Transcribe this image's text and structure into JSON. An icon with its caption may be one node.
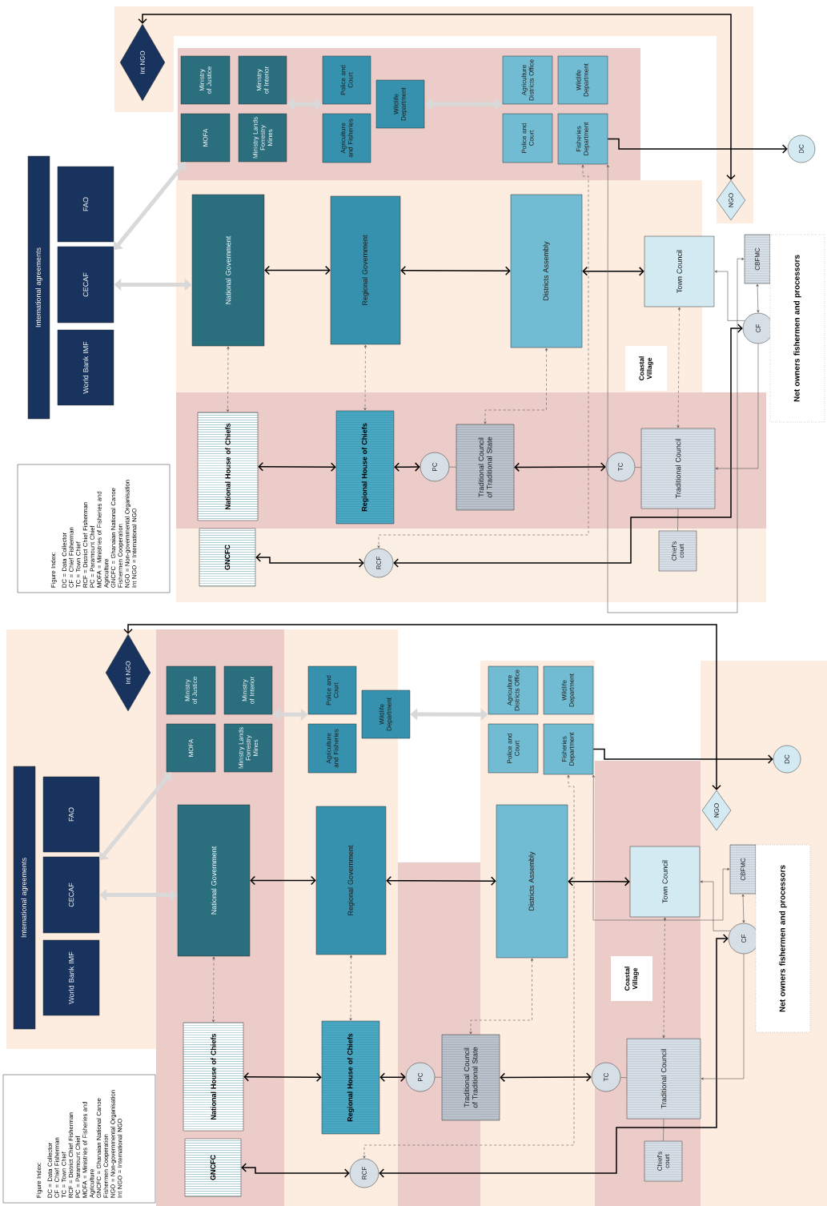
{
  "diagram": {
    "nodes": [
      {
        "text": [
          "Int NGO"
        ]
      },
      {
        "text": [
          "Ministry of Justice"
        ]
      },
      {
        "text": [
          "Ministry of Interior"
        ]
      },
      {
        "text": [
          "MOFA"
        ]
      },
      {
        "text": [
          "Ministry Lands Forrestry Mines"
        ]
      },
      {
        "text": [
          "Police and Court"
        ]
      },
      {
        "text": [
          "Agriculture and Fisheries"
        ]
      },
      {
        "text": [
          "Wildlife Department"
        ]
      },
      {
        "text": [
          "Agriculture Districts Office"
        ]
      },
      {
        "text": [
          "Wildlife Department"
        ]
      },
      {
        "text": [
          "Police and Court"
        ]
      },
      {
        "text": [
          "Fisheries Department"
        ]
      },
      {
        "text": [
          "DC"
        ]
      },
      {
        "text": [
          "NGO"
        ]
      },
      {
        "text": [
          "International agreements"
        ]
      },
      {
        "text": [
          "FAO"
        ]
      },
      {
        "text": [
          "CECAF"
        ]
      },
      {
        "text": [
          "World Bank IMF"
        ]
      },
      {
        "text": [
          "National Government"
        ]
      },
      {
        "text": [
          "Regional Government"
        ]
      },
      {
        "text": [
          "Districts Assembly"
        ]
      },
      {
        "text": [
          "Town Council"
        ]
      },
      {
        "text": [
          "CBFMC"
        ]
      },
      {
        "text": [
          "CF"
        ]
      },
      {
        "text": [
          "Net owners fishermen and processors"
        ]
      },
      {
        "text": [
          "Coastal Village"
        ]
      },
      {
        "text": [
          "Figure Index:",
          "DC = Data Collector",
          "CF = Chief Fisherman",
          "TC = Town Chief",
          "RCF = District Chief Fisherman",
          "PC = Paramount Chief",
          "MOFA = Ministries of Fisheries and Agriculture",
          "GNCFC = Ghanaian National Canoe Fishermen Cooperation",
          "NGO = Non-governmental Organisation",
          "Int NGO = International NGO"
        ]
      },
      {
        "text": [
          "National House of Chiefs"
        ]
      },
      {
        "text": [
          "Regional House of Chiefs"
        ]
      },
      {
        "text": [
          "PC"
        ]
      },
      {
        "text": [
          "Traditional Council of Traditional State"
        ]
      },
      {
        "text": [
          "TC"
        ]
      },
      {
        "text": [
          "Traditional Council"
        ]
      },
      {
        "text": [
          "GNCFC"
        ]
      },
      {
        "text": [
          "RCF"
        ]
      },
      {
        "text": [
          "Chief's court"
        ]
      },
      {
        "text": [
          "Int NGO"
        ]
      },
      {
        "text": [
          "Ministry of Justice"
        ]
      },
      {
        "text": [
          "Ministry of Interior"
        ]
      },
      {
        "text": [
          "MOFA"
        ]
      },
      {
        "text": [
          "Ministry Lands Forrestry Mines"
        ]
      },
      {
        "text": [
          "Police and Court"
        ]
      },
      {
        "text": [
          "Agriculture and Fisheries"
        ]
      },
      {
        "text": [
          "Wildlife Department"
        ]
      },
      {
        "text": [
          "Agriculture Districts Office"
        ]
      },
      {
        "text": [
          "Wildlife Department"
        ]
      },
      {
        "text": [
          "Police and Court"
        ]
      },
      {
        "text": [
          "Fisheries Department"
        ]
      },
      {
        "text": [
          "DC"
        ]
      },
      {
        "text": [
          "NGO"
        ]
      },
      {
        "text": [
          "International agreements"
        ]
      },
      {
        "text": [
          "FAO"
        ]
      },
      {
        "text": [
          "CECAF"
        ]
      },
      {
        "text": [
          "World Bank IMF"
        ]
      },
      {
        "text": [
          "National Government"
        ]
      },
      {
        "text": [
          "Regional Government"
        ]
      },
      {
        "text": [
          "Districts Assembly"
        ]
      },
      {
        "text": [
          "Town Council"
        ]
      },
      {
        "text": [
          "CBFMC"
        ]
      },
      {
        "text": [
          "CF"
        ]
      },
      {
        "text": [
          "Net owners fishermen and processors"
        ]
      },
      {
        "text": [
          "Coastal Village"
        ]
      },
      {
        "text": [
          "Figure Index:",
          "DC = Data Collector",
          "CF = Chief Fisherman",
          "TC = Town Chief",
          "RCF = District Chief Fisherman",
          "PC = Paramount Chief",
          "MOFA = Ministries of Fisheries and Agriculture",
          "GNCFC = Ghanaian National Canoe Fishermen Cooperation",
          "NGO = Non-governmental Organisation",
          "Int NGO = International NGO"
        ]
      },
      {
        "text": [
          "National House of Chiefs"
        ]
      },
      {
        "text": [
          "Regional House of Chiefs"
        ]
      },
      {
        "text": [
          "PC"
        ]
      },
      {
        "text": [
          "Traditional Council of Traditional State"
        ]
      },
      {
        "text": [
          "TC"
        ]
      },
      {
        "text": [
          "Traditional Council"
        ]
      },
      {
        "text": [
          "GNCFC"
        ]
      },
      {
        "text": [
          "RCF"
        ]
      },
      {
        "text": [
          "Chief's court"
        ]
      }
    ],
    "edges": [
      {
        "from": 0,
        "to": 13,
        "arrow": "both"
      },
      {
        "from": 11,
        "to": 12,
        "arrow": "to"
      },
      {
        "from": 16,
        "to": 3,
        "arrow": "both",
        "style": "thick",
        "color": "#d9d9d9"
      },
      {
        "from": 16,
        "to": 18,
        "arrow": "both",
        "style": "thick",
        "color": "#d9d9d9"
      },
      {
        "from": 2,
        "to": 5,
        "arrow": "both",
        "style": "thick",
        "color": "#d9d9d9"
      },
      {
        "from": 7,
        "to": 8,
        "arrow": "both",
        "style": "thick",
        "color": "#d9d9d9"
      },
      {
        "from": 18,
        "to": 19,
        "arrow": "both"
      },
      {
        "from": 19,
        "to": 20,
        "arrow": "both"
      },
      {
        "from": 20,
        "to": 21,
        "arrow": "both"
      },
      {
        "from": 18,
        "to": 27,
        "arrow": "both",
        "style": "dashed"
      },
      {
        "from": 19,
        "to": 28,
        "arrow": "both",
        "style": "dashed"
      },
      {
        "from": 20,
        "to": 30,
        "arrow": "both",
        "style": "dashed"
      },
      {
        "from": 21,
        "to": 32,
        "arrow": "both",
        "style": "dashed"
      },
      {
        "from": 27,
        "to": 28,
        "arrow": "both"
      },
      {
        "from": 28,
        "to": 29,
        "arrow": "both"
      },
      {
        "from": 29,
        "to": 30,
        "arrow": "none"
      },
      {
        "from": 30,
        "to": 31,
        "arrow": "both"
      },
      {
        "from": 31,
        "to": 32,
        "arrow": "none"
      },
      {
        "from": 32,
        "to": 35,
        "arrow": "none"
      },
      {
        "from": 33,
        "to": 34,
        "arrow": "both"
      },
      {
        "from": 23,
        "to": 34,
        "arrow": "both"
      },
      {
        "from": 11,
        "to": 34,
        "arrow": "both",
        "style": "dashed"
      },
      {
        "from": 23,
        "to": 21,
        "arrow": "to"
      },
      {
        "from": 23,
        "to": 22,
        "arrow": "both"
      },
      {
        "from": 23,
        "to": 32,
        "arrow": "to"
      },
      {
        "from": 11,
        "to": 22,
        "arrow": "both"
      },
      {
        "from": 36,
        "to": 49,
        "arrow": "both"
      },
      {
        "from": 47,
        "to": 48,
        "arrow": "to"
      },
      {
        "from": 52,
        "to": 39,
        "arrow": "both",
        "style": "thick",
        "color": "#d9d9d9"
      },
      {
        "from": 52,
        "to": 54,
        "arrow": "both",
        "style": "thick",
        "color": "#d9d9d9"
      },
      {
        "from": 38,
        "to": 41,
        "arrow": "both",
        "style": "thick",
        "color": "#d9d9d9"
      },
      {
        "from": 43,
        "to": 44,
        "arrow": "both",
        "style": "thick",
        "color": "#d9d9d9"
      },
      {
        "from": 54,
        "to": 55,
        "arrow": "both"
      },
      {
        "from": 55,
        "to": 56,
        "arrow": "both"
      },
      {
        "from": 56,
        "to": 57,
        "arrow": "both"
      },
      {
        "from": 54,
        "to": 63,
        "arrow": "both",
        "style": "dashed"
      },
      {
        "from": 55,
        "to": 64,
        "arrow": "both",
        "style": "dashed"
      },
      {
        "from": 56,
        "to": 66,
        "arrow": "both",
        "style": "dashed"
      },
      {
        "from": 57,
        "to": 68,
        "arrow": "both",
        "style": "dashed"
      },
      {
        "from": 63,
        "to": 64,
        "arrow": "both"
      },
      {
        "from": 64,
        "to": 65,
        "arrow": "both"
      },
      {
        "from": 65,
        "to": 66,
        "arrow": "none"
      },
      {
        "from": 66,
        "to": 67,
        "arrow": "both"
      },
      {
        "from": 67,
        "to": 68,
        "arrow": "none"
      },
      {
        "from": 68,
        "to": 71,
        "arrow": "none"
      },
      {
        "from": 69,
        "to": 70,
        "arrow": "both"
      },
      {
        "from": 59,
        "to": 70,
        "arrow": "both"
      },
      {
        "from": 47,
        "to": 70,
        "arrow": "both",
        "style": "dashed"
      },
      {
        "from": 59,
        "to": 57,
        "arrow": "to"
      },
      {
        "from": 59,
        "to": 58,
        "arrow": "both"
      },
      {
        "from": 59,
        "to": 68,
        "arrow": "to"
      },
      {
        "from": 47,
        "to": 58,
        "arrow": "both"
      }
    ]
  }
}
